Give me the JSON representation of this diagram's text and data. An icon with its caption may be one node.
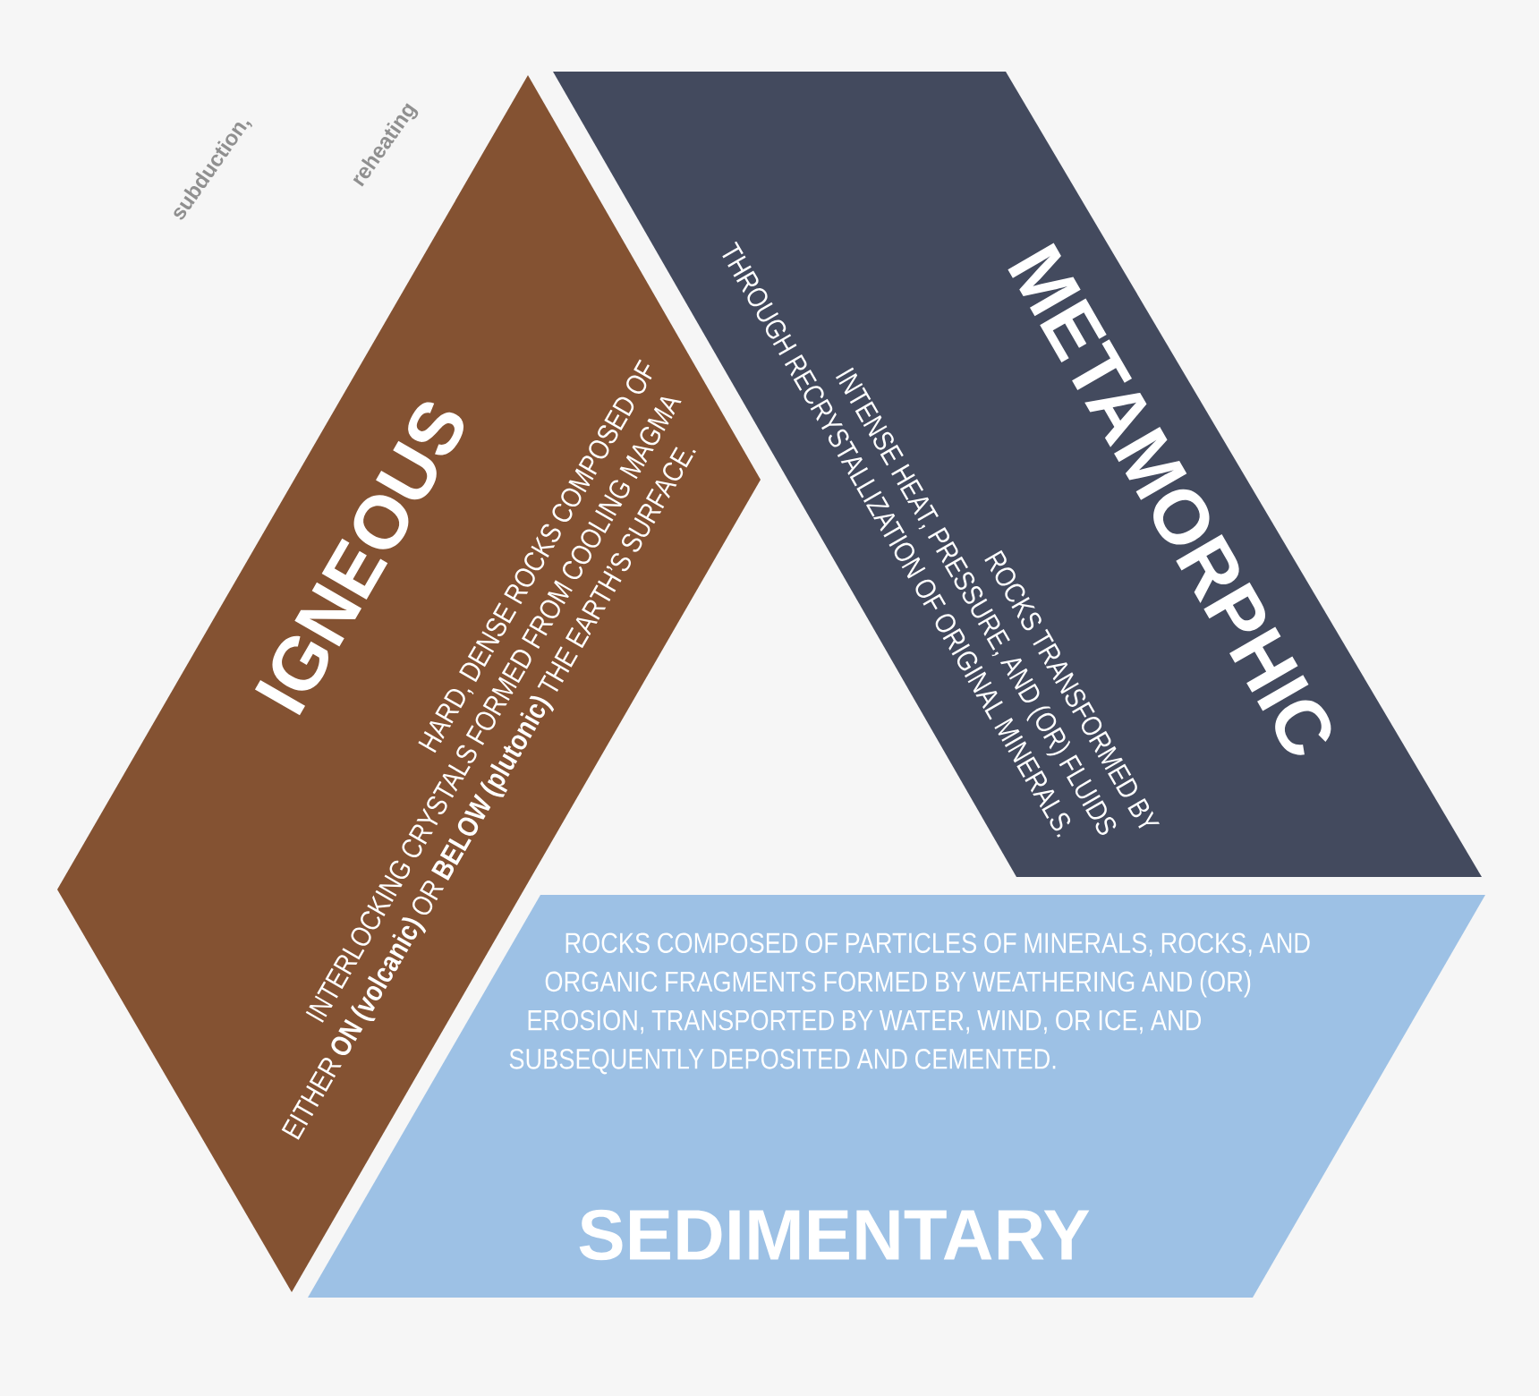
{
  "diagram": {
    "nodes": [
      {
        "text": [
          "IGNEOUS",
          "HARD, DENSE ROCKS COMPOSED OF INTERLOCKING CRYSTALS FORMED FROM COOLING MAGMA EITHER **ON (volcanic)** OR **BELOW (plutonic)** THE EARTH’S SURFACE."
        ]
      },
      {
        "text": [
          "METAMORPHIC",
          "ROCKS TRANSFORMED BY INTENSE HEAT, PRESSURE, AND (OR) FLUIDS THROUGH RECRYSTALLIZATION OF ORIGINAL MINERALS."
        ]
      },
      {
        "text": [
          "ROCKS COMPOSED OF PARTICLES OF MINERALS, ROCKS, AND ORGANIC FRAGMENTS FORMED BY WEATHERING AND (OR) EROSION, TRANSPORTED BY WATER, WIND, OR ICE, AND SUBSEQUENTLY DEPOSITED AND CEMENTED.",
          "SEDIMENTARY"
        ]
      }
    ],
    "labels": [
      "subduction,",
      "reheating"
    ]
  }
}
